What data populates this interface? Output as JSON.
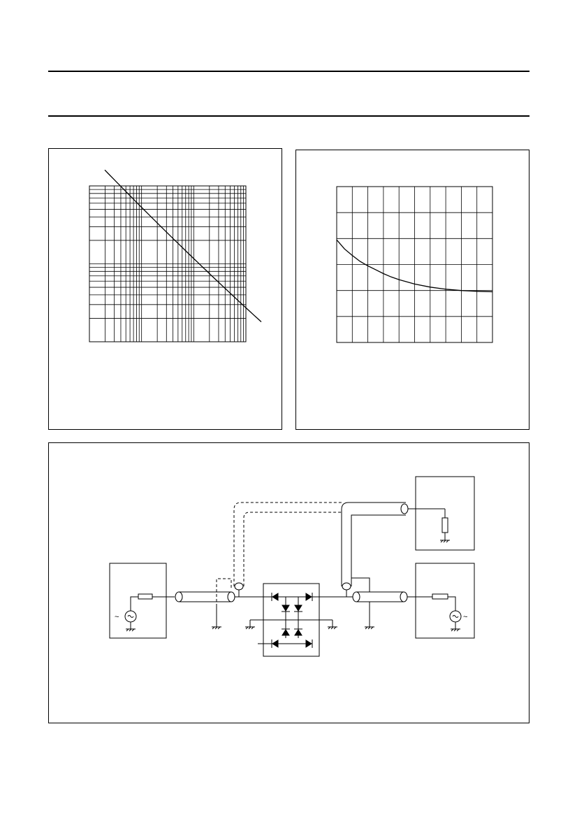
{
  "header": {
    "title": ""
  },
  "figure_left": {
    "chart_data": {
      "type": "line",
      "title": "",
      "xlabel": "",
      "ylabel": "",
      "x_scale": "log",
      "y_scale": "log",
      "x_decades": 3,
      "y_decades": 2,
      "grid": true,
      "series": [
        {
          "x": [
            1,
            1000
          ],
          "y": [
            80,
            0.9
          ]
        }
      ]
    }
  },
  "figure_right": {
    "chart_data": {
      "type": "line",
      "title": "",
      "xlabel": "",
      "ylabel": "",
      "x_scale": "linear",
      "y_scale": "linear",
      "xlim": [
        0,
        10
      ],
      "ylim": [
        0,
        6
      ],
      "grid": true,
      "series": [
        {
          "x": [
            0,
            0.5,
            1,
            1.5,
            2,
            2.5,
            3,
            3.5,
            4,
            5,
            6,
            7,
            8,
            9,
            10
          ],
          "y": [
            3.95,
            3.6,
            3.35,
            3.12,
            2.95,
            2.8,
            2.65,
            2.52,
            2.42,
            2.25,
            2.13,
            2.05,
            2.0,
            1.97,
            1.95
          ]
        }
      ]
    }
  },
  "circuit": {
    "icons": [
      "ac-source-icon",
      "resistor-icon",
      "coax-cable-icon",
      "ground-icon",
      "diode-icon"
    ],
    "labels": []
  }
}
